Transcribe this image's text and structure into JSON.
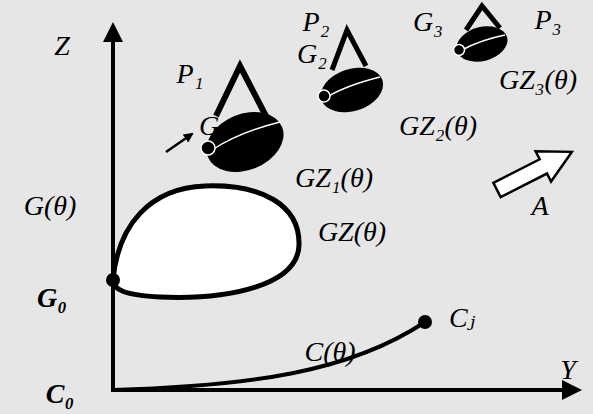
{
  "diagram": {
    "labels": [
      "Z",
      "G(θ)",
      "G₀",
      "C₀",
      "C(θ)",
      "Cⱼ",
      "Y",
      "GZ(θ)",
      "GZ₁(θ)",
      "GZ₂(θ)",
      "GZ₃(θ)",
      "G₁",
      "G₂",
      "G₃",
      "P₁",
      "P₂",
      "P₃",
      "A"
    ]
  }
}
